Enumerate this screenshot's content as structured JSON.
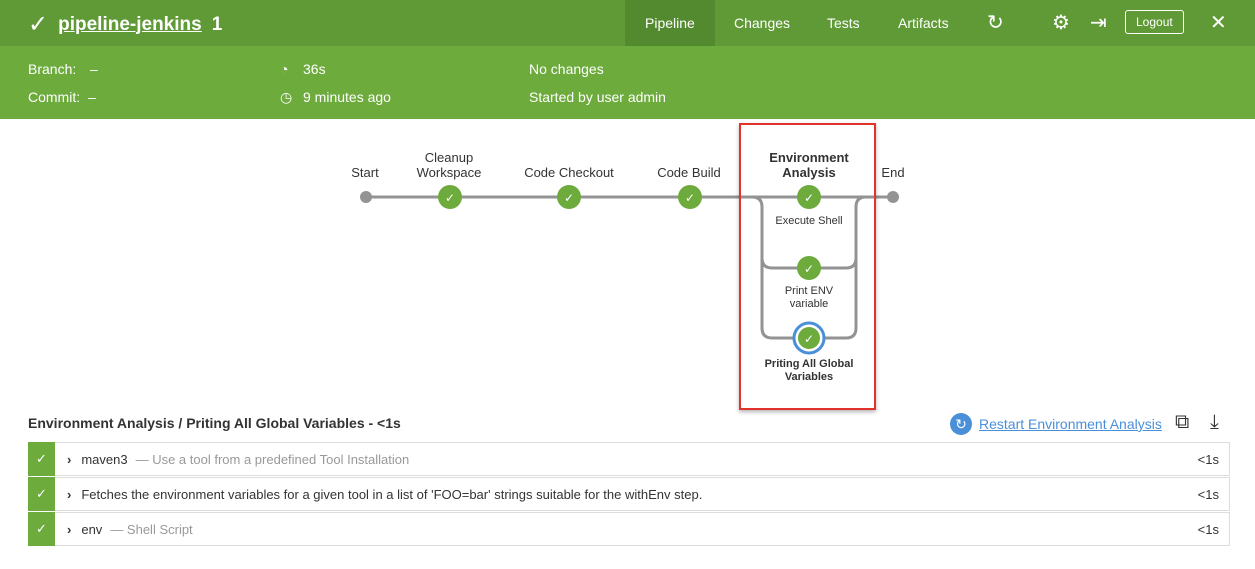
{
  "header": {
    "title": "pipeline-jenkins",
    "run_number": "1",
    "tabs": [
      "Pipeline",
      "Changes",
      "Tests",
      "Artifacts"
    ],
    "active_tab": "Pipeline",
    "logout": "Logout"
  },
  "summary": {
    "branch_label": "Branch:",
    "branch": "–",
    "commit_label": "Commit:",
    "commit": "–",
    "duration": "36s",
    "time": "9 minutes ago",
    "changes": "No changes",
    "started_by": "Started by user admin"
  },
  "graph": {
    "stages": [
      "Start",
      "Cleanup Workspace",
      "Code Checkout",
      "Code Build",
      "Environment Analysis",
      "End"
    ],
    "parallel": [
      "Execute Shell",
      "Print ENV variable",
      "Priting All Global Variables"
    ],
    "status_color": "#6cab3c",
    "selected": "Priting All Global Variables"
  },
  "log": {
    "title": "Environment Analysis / Priting All Global Variables - <1s",
    "restart": "Restart Environment Analysis",
    "steps": [
      {
        "name": "maven3",
        "desc": "— Use a tool from a predefined Tool Installation",
        "dur": "<1s"
      },
      {
        "name": "Fetches the environment variables for a given tool in a list of 'FOO=bar' strings suitable for the withEnv step.",
        "desc": "",
        "dur": "<1s"
      },
      {
        "name": "env",
        "desc": "— Shell Script",
        "dur": "<1s"
      }
    ]
  }
}
